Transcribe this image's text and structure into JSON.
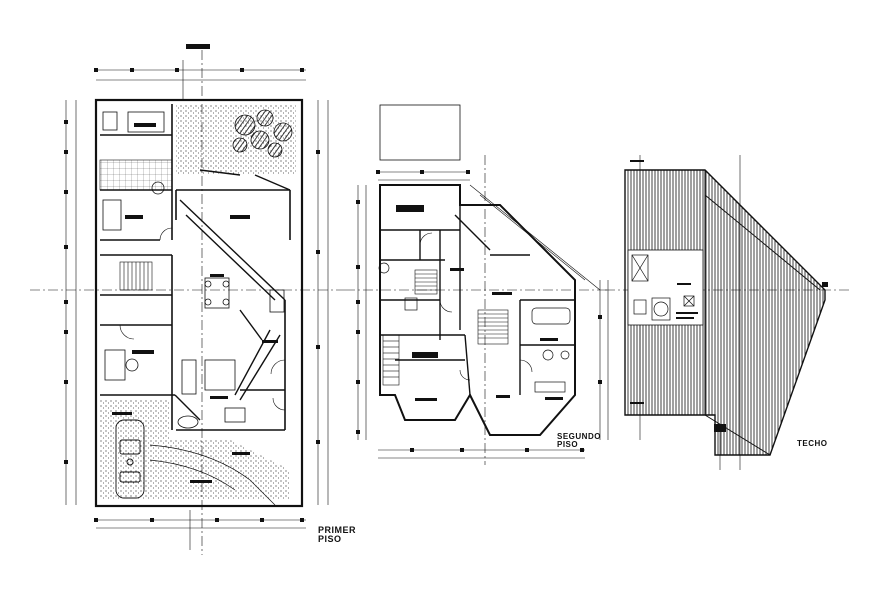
{
  "plans": {
    "first_floor": {
      "label_line1": "PRIMER",
      "label_line2": "PISO"
    },
    "second_floor": {
      "label_line1": "SEGUNDO",
      "label_line2": "PISO"
    },
    "roof": {
      "label": "TECHO"
    }
  },
  "colors": {
    "ink": "#111111",
    "fill": "#1a1a1a",
    "paper": "#ffffff"
  }
}
